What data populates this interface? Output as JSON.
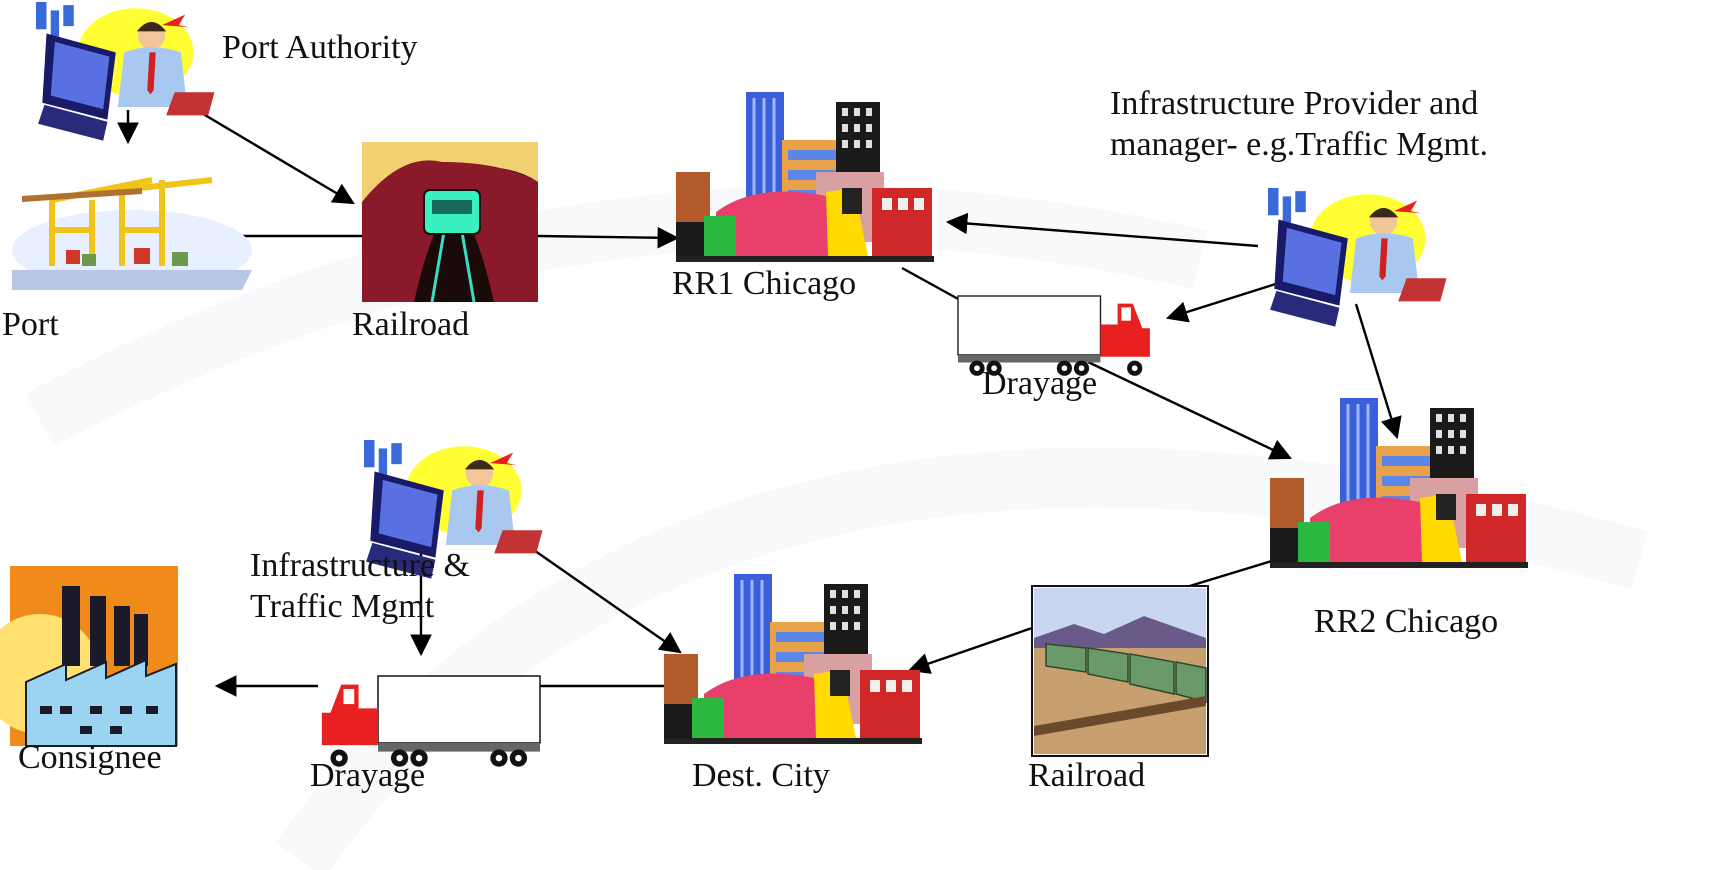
{
  "labels": {
    "port_authority": "Port Authority",
    "infra_provider_line1": "Infrastructure Provider and",
    "infra_provider_line2": "manager- e.g.Traffic Mgmt.",
    "port": "Port",
    "railroad_top": "Railroad",
    "rr1_chicago": "RR1 Chicago",
    "drayage_top": "Drayage",
    "rr2_chicago": "RR2 Chicago",
    "infra_traffic_line1": "Infrastructure &",
    "infra_traffic_line2": "Traffic Mgmt",
    "consignee": "Consignee",
    "drayage_bottom": "Drayage",
    "dest_city": "Dest. City",
    "railroad_bottom": "Railroad"
  },
  "icons": {
    "manager": "computer-operator-icon",
    "port": "port-cranes-icon",
    "railroad_tunnel": "train-tunnel-icon",
    "city": "city-buildings-icon",
    "truck": "semi-truck-icon",
    "freight": "freight-train-icon",
    "factory": "factory-icon"
  },
  "colors": {
    "arrow": "#000000",
    "text": "#111111",
    "background": "#ffffff"
  }
}
